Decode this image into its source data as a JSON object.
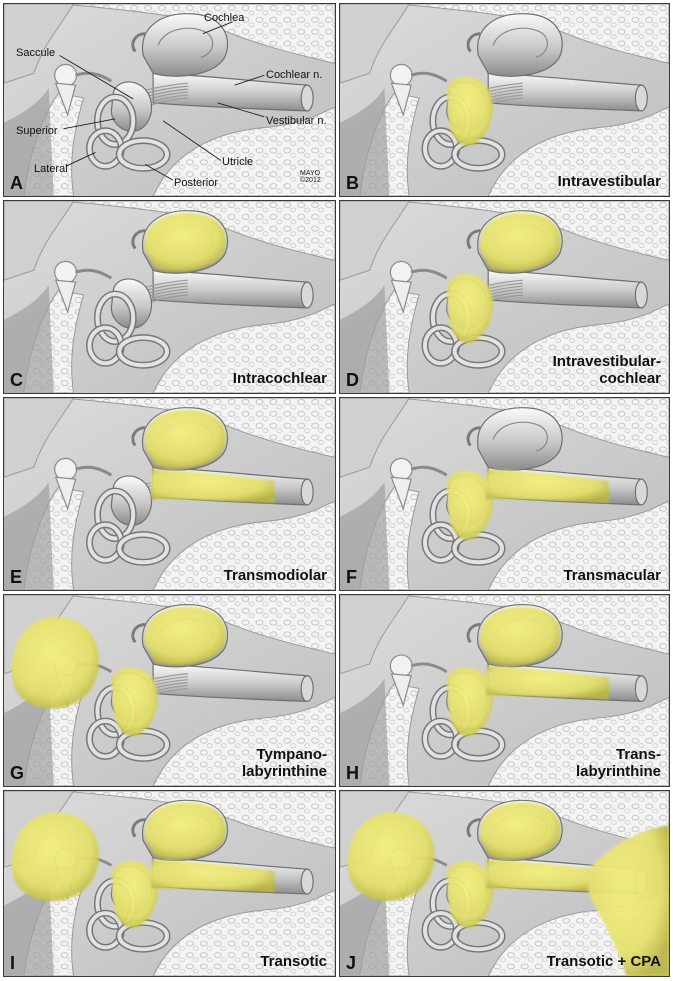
{
  "anatomy_labels": {
    "cochlea": "Cochlea",
    "saccule": "Saccule",
    "cochlear_n": "Cochlear n.",
    "superior": "Superior",
    "vestibular_n": "Vestibular n.",
    "utricle": "Utricle",
    "lateral": "Lateral",
    "posterior": "Posterior"
  },
  "credit": [
    "MAYO",
    "©2012"
  ],
  "tumor_color": "#e4e06a",
  "panels": [
    {
      "letter": "A",
      "title": "",
      "tumor": []
    },
    {
      "letter": "B",
      "title": "Intravestibular",
      "tumor": [
        "vestibule"
      ]
    },
    {
      "letter": "C",
      "title": "Intracochlear",
      "tumor": [
        "cochlea"
      ]
    },
    {
      "letter": "D",
      "title": "Intravestibular-\ncochlear",
      "tumor": [
        "cochlea",
        "vestibule"
      ]
    },
    {
      "letter": "E",
      "title": "Transmodiolar",
      "tumor": [
        "cochlea",
        "iac"
      ]
    },
    {
      "letter": "F",
      "title": "Transmacular",
      "tumor": [
        "vestibule",
        "iac"
      ]
    },
    {
      "letter": "G",
      "title": "Tympano-\nlabyrinthine",
      "tumor": [
        "cochlea",
        "vestibule",
        "middle_ear"
      ]
    },
    {
      "letter": "H",
      "title": "Trans-\nlabyrinthine",
      "tumor": [
        "cochlea",
        "vestibule",
        "iac"
      ]
    },
    {
      "letter": "I",
      "title": "Transotic",
      "tumor": [
        "cochlea",
        "vestibule",
        "iac",
        "middle_ear"
      ]
    },
    {
      "letter": "J",
      "title": "Transotic + CPA",
      "tumor": [
        "cochlea",
        "vestibule",
        "iac",
        "middle_ear",
        "cpa"
      ]
    }
  ]
}
